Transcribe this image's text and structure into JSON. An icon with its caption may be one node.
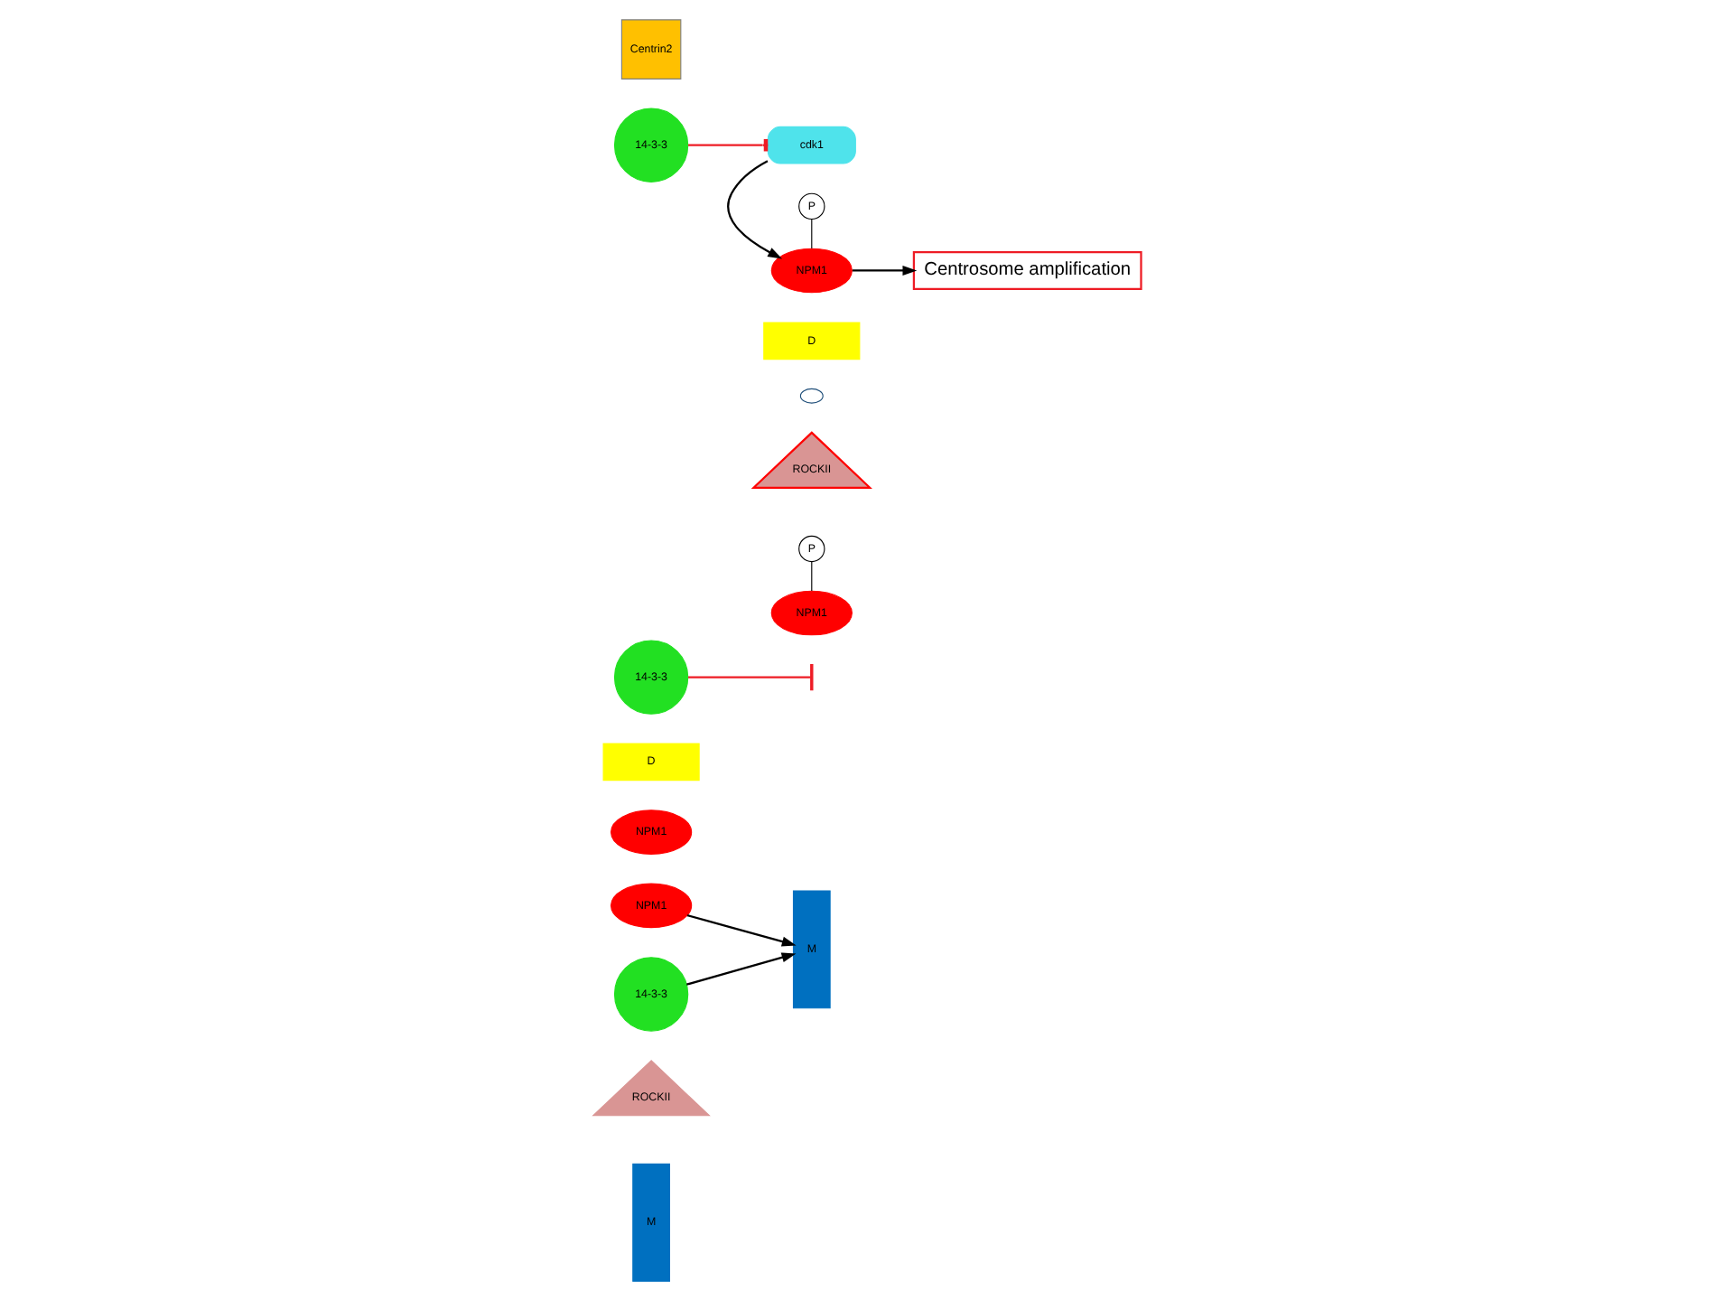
{
  "diagram": {
    "nodes": [
      {
        "text": [
          "M"
        ]
      },
      {
        "text": [
          "ROCKII"
        ]
      },
      {
        "text": [
          "NPM1"
        ]
      },
      {
        "text": [
          "NPM1"
        ]
      },
      {
        "text": [
          "D"
        ]
      },
      {
        "text": [
          "14-3-3"
        ]
      },
      {
        "text": [
          "P"
        ]
      },
      {
        "text": [
          "NPM1"
        ]
      },
      {
        "text": [
          "ROCKII"
        ]
      },
      {
        "text": [
          "M"
        ]
      },
      {
        "text": [],
        "shape": "ellipse"
      },
      {
        "text": [
          "D"
        ]
      },
      {
        "text": [
          "cdk1"
        ]
      },
      {
        "text": [
          "14-3-3"
        ]
      },
      {
        "text": [
          "P"
        ]
      },
      {
        "text": [
          "NPM1"
        ]
      },
      {
        "text": [
          "Centrosome amplification"
        ]
      },
      {
        "text": [
          "Centrin2"
        ]
      },
      {
        "text": [
          "14-3-3"
        ]
      }
    ],
    "edges": [
      {
        "from": 2,
        "to": 9,
        "arrow": "to"
      },
      {
        "from": 5,
        "to": null,
        "arrow": "other",
        "color": "#ee1c25"
      },
      {
        "from": 13,
        "to": 12,
        "arrow": "other",
        "color": "#ee1c25"
      },
      {
        "from": 12,
        "to": 15,
        "arrow": "to"
      },
      {
        "from": 15,
        "to": 16,
        "arrow": "to"
      },
      {
        "from": 18,
        "to": 9,
        "arrow": "to"
      },
      {
        "from": 6,
        "to": 7,
        "arrow": "none"
      },
      {
        "from": 14,
        "to": 15,
        "arrow": "none"
      }
    ]
  }
}
